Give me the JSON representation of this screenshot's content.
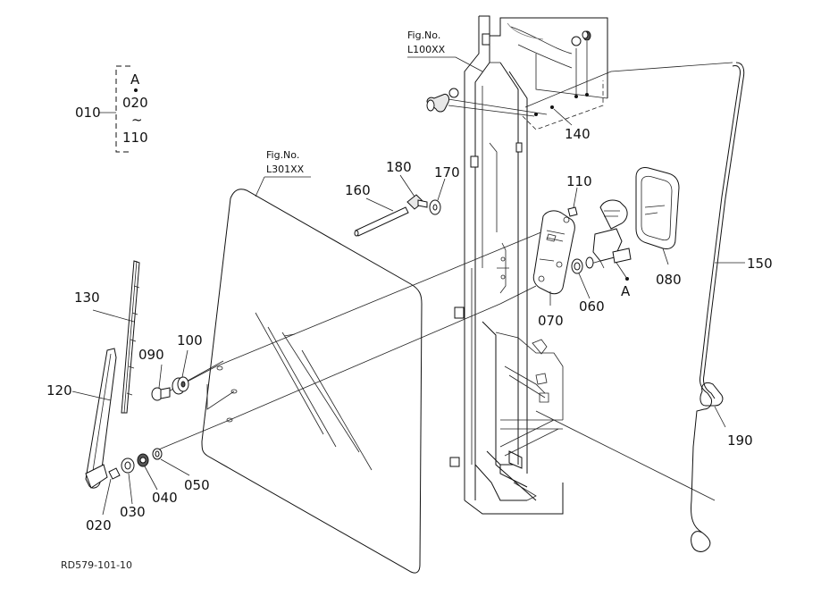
{
  "diagram_code": "RD579-101-10",
  "legend": {
    "part": "010",
    "top": "A",
    "from": "020",
    "tilde": "~",
    "to": "110"
  },
  "fig_refs": [
    {
      "prefix": "Fig.No.",
      "code": "L100XX"
    },
    {
      "prefix": "Fig.No.",
      "code": "L301XX"
    }
  ],
  "callouts": {
    "p020": "020",
    "p030": "030",
    "p040": "040",
    "p050": "050",
    "p060": "060",
    "p070": "070",
    "p080": "080",
    "p090": "090",
    "p100": "100",
    "p110": "110",
    "p120": "120",
    "p130": "130",
    "p140": "140",
    "p150": "150",
    "p160": "160",
    "p170": "170",
    "p180": "180",
    "p190": "190",
    "ref_a": "A"
  }
}
